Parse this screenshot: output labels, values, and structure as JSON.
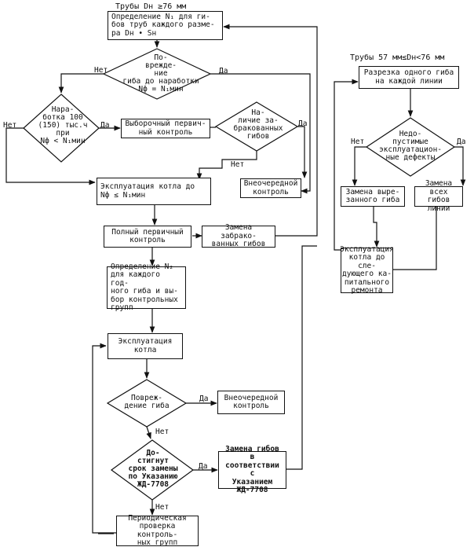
{
  "headers": {
    "large_pipes": "Трубы Dн ≥76 мм",
    "small_pipes": "Трубы 57 мм≤Dн<76 мм"
  },
  "boxes": {
    "determine_n1": "Определение N₁ для ги-\nбов труб каждого разме-\nра Dн • Sн",
    "selective_control": "Выборочный первич-\nный контроль",
    "unscheduled_control_1": "Внеочередной\nконтроль",
    "boiler_operation_1": "Эксплуатация котла до\nNф ≤ N₁мин",
    "full_primary_control": "Полный первичный\nконтроль",
    "replace_rejected": "Замена забрако-\nванных гибов",
    "determine_n2": "Определение N₂\nдля каждого год-\nного гиба и вы-\nбор контрольных\nгрупп",
    "boiler_operation_2": "Эксплуатация\nкотла",
    "unscheduled_control_2": "Внеочередной\nконтроль",
    "replace_per_instruction": "Замена гибов в\nсоответствии с\nУказанием\nЖД-7708",
    "periodic_check": "Периодическая\nпроверка контроль-\nных групп",
    "cut_one_bend": "Разрезка одного гиба\nна каждой линии",
    "replace_cut_bend": "Замена выре-\nзанного гиба",
    "replace_all_bends": "Замена всех\nгибов линии",
    "boiler_operation_3": "Эксплуатация\nкотла до сле-\nдующего ка-\nпитального\nремонта"
  },
  "decisions": {
    "damage_before_runtime": "По-\nврежде-\nние\nгиба до наработки\nNф = N₁мин",
    "runtime_100k": "Нара-\nботка 100\n(150) тыс.ч при\nNф < N₁мин",
    "rejected_bends": "На-\nличие за-\nбракованных гибов",
    "bend_damage": "Повреж-\nдение гиба",
    "replacement_due": "До-\nстигнут\nсрок замены\nпо Указанию\nЖД-7708",
    "unacceptable_defects": "Недо-\nпустимые\nэксплуатацион-\nные дефекты"
  },
  "labels": {
    "yes": "Да",
    "no": "Нет"
  }
}
